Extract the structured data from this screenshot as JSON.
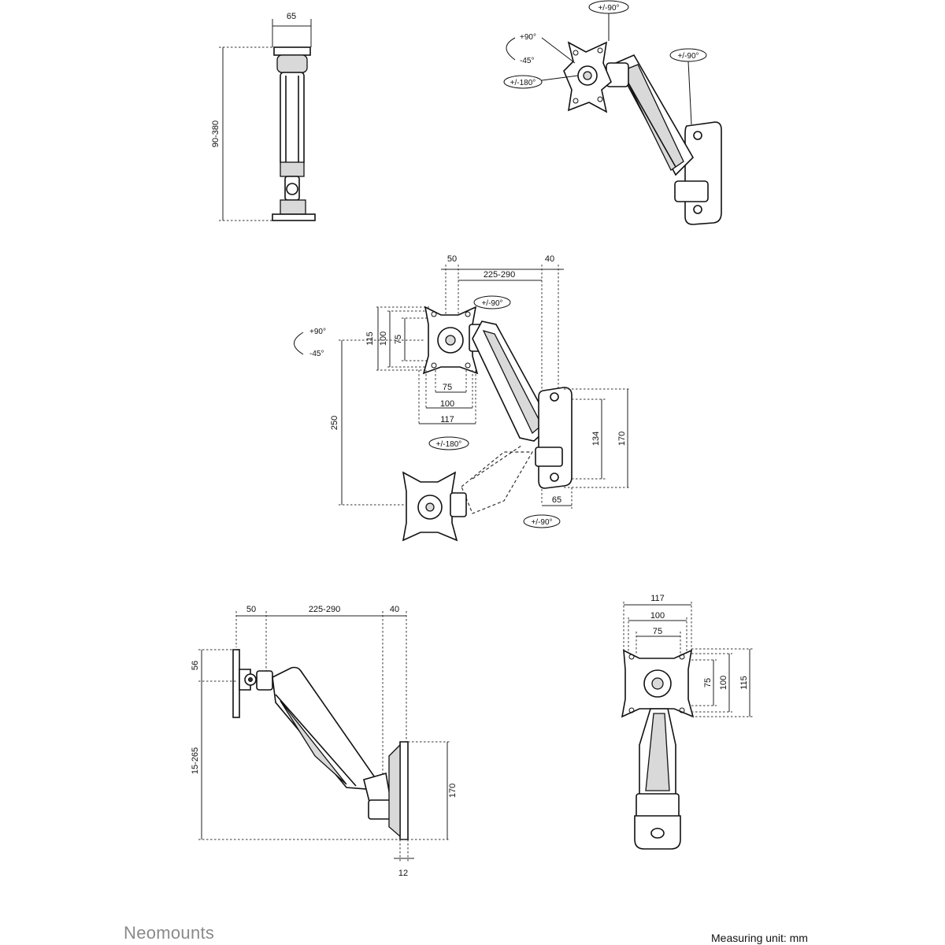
{
  "brand": {
    "name": "Neomounts"
  },
  "measuring_unit": "Measuring unit: mm",
  "front_view": {
    "width": "65",
    "height": "90-380"
  },
  "iso_view": {
    "tilt_up": "+90°",
    "tilt_down": "-45°",
    "rotate": "+/-180°",
    "swivel_top": "+/-90°",
    "swivel_wall": "+/-90°"
  },
  "top_view": {
    "offset_50": "50",
    "reach": "225-290",
    "depth_40": "40",
    "tilt_up": "+90°",
    "tilt_down": "-45°",
    "swivel_head": "+/-90°",
    "vesa_h_115": "115",
    "vesa_h_100": "100",
    "vesa_h_75": "75",
    "vesa_w_75": "75",
    "vesa_w_100": "100",
    "vesa_w_117": "117",
    "rotate": "+/-180°",
    "lift": "250",
    "plate_134": "134",
    "plate_170": "170",
    "plate_65": "65",
    "swivel_wall": "+/-90°"
  },
  "side_view": {
    "offset_50": "50",
    "reach": "225-290",
    "depth_40": "40",
    "head_56": "56",
    "height": "15-265",
    "plate_170": "170",
    "plate_12": "12"
  },
  "back_view": {
    "w_117": "117",
    "w_100": "100",
    "w_75": "75",
    "h_75": "75",
    "h_100": "100",
    "h_115": "115"
  }
}
